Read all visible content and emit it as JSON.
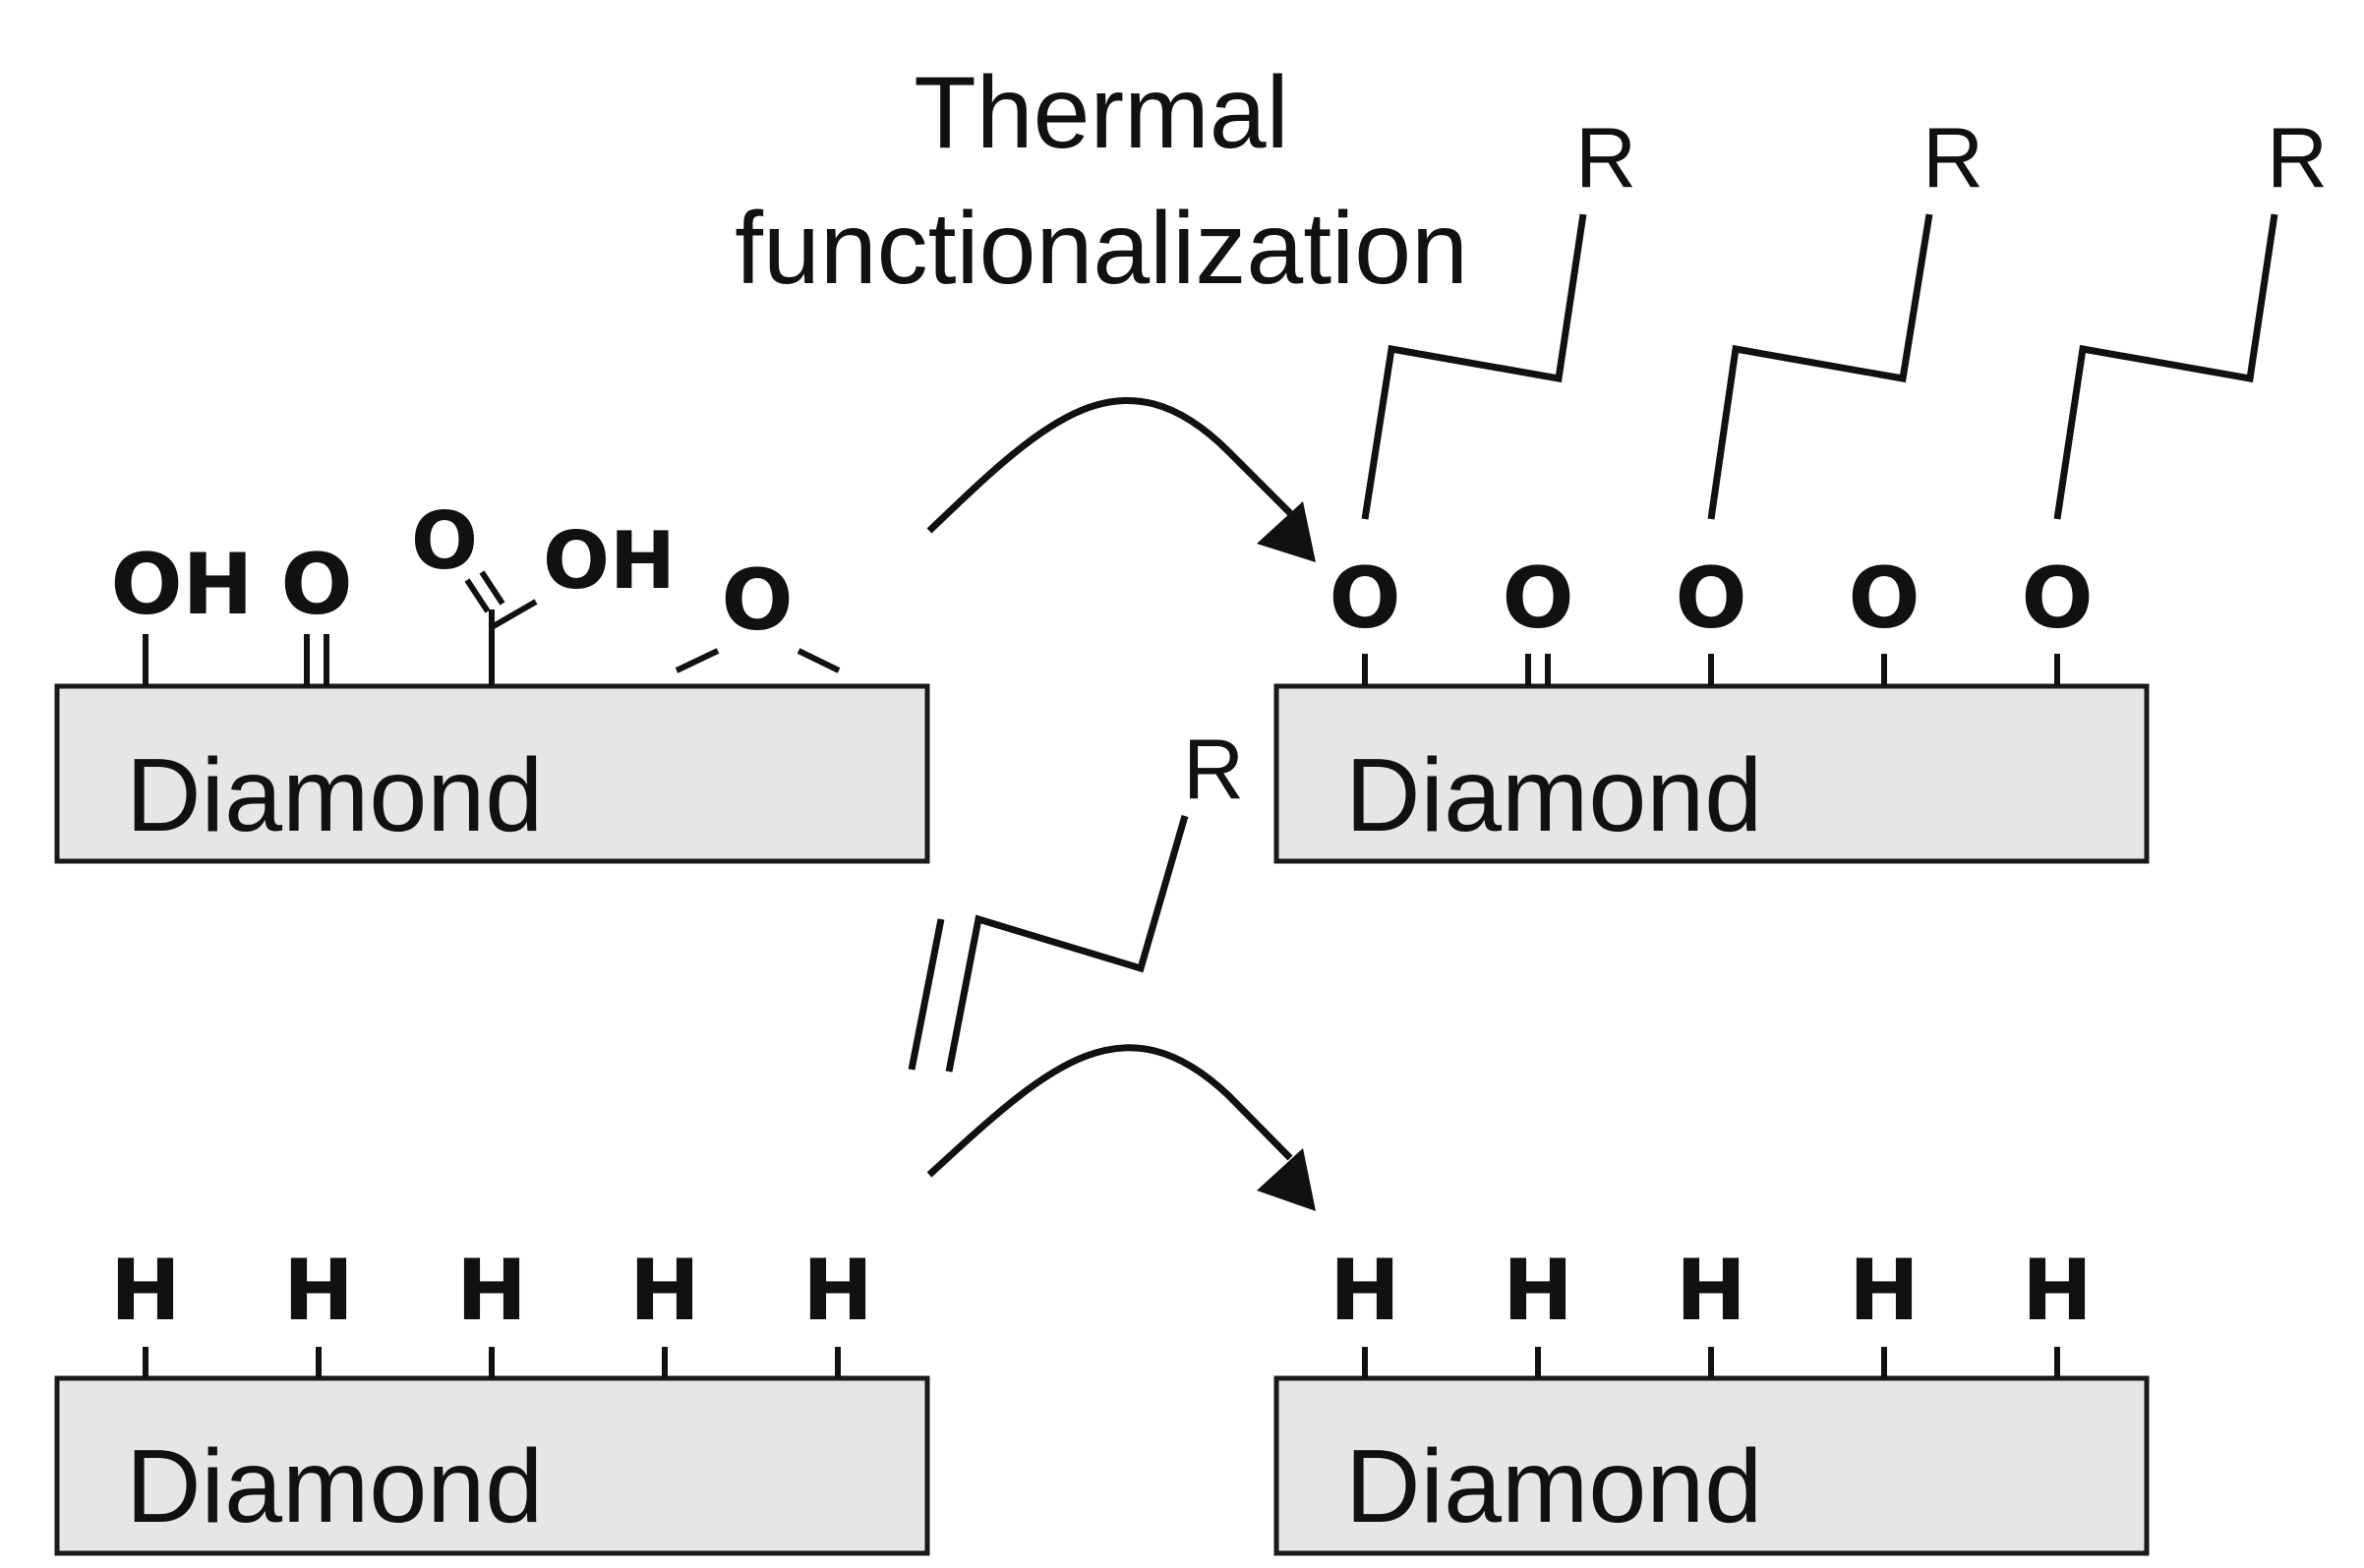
{
  "title": {
    "line1": "Thermal",
    "line2": "functionalization"
  },
  "slabs": {
    "oxidized_start": "Diamond",
    "oxidized_product": "Diamond",
    "hydrogen_start": "Diamond",
    "hydrogen_product": "Diamond"
  },
  "oxidized_start_groups": {
    "hydroxyl": "OH",
    "carbonyl": "O",
    "carboxyl_o": "O",
    "carboxyl_oh": "OH",
    "ether": "O"
  },
  "oxidized_product_atoms": [
    "O",
    "O",
    "O",
    "O",
    "O"
  ],
  "r_labels": {
    "chain1": "R",
    "chain2": "R",
    "chain3": "R",
    "reagent": "R"
  },
  "hydrogen_start_atoms": [
    "H",
    "H",
    "H",
    "H",
    "H"
  ],
  "hydrogen_product_atoms": [
    "H",
    "H",
    "H",
    "H",
    "H"
  ]
}
